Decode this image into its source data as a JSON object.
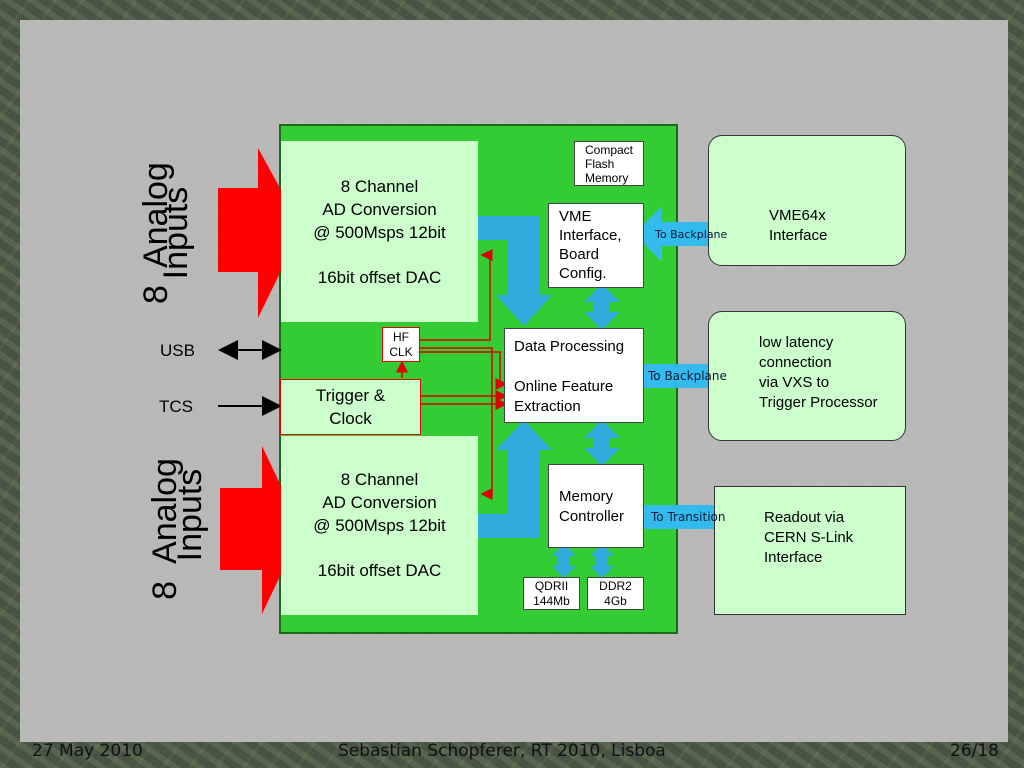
{
  "footer": {
    "date": "27 May 2010",
    "author": "Sebastian Schopferer, RT 2010, Lisboa",
    "page": "26/18"
  },
  "diagram": {
    "inputs_top": {
      "count": "8",
      "label_line1": "Analog",
      "label_line2": "Inputs"
    },
    "inputs_bottom": {
      "count": "8",
      "label_line1": "Analog",
      "label_line2": "Inputs"
    },
    "usb_label": "USB",
    "tcs_label": "TCS",
    "adc_top": {
      "line1": "8 Channel",
      "line2": "AD Conversion",
      "line3": "@ 500Msps 12bit",
      "line4": "16bit offset DAC"
    },
    "adc_bottom": {
      "line1": "8 Channel",
      "line2": "AD Conversion",
      "line3": "@ 500Msps 12bit",
      "line4": "16bit offset DAC"
    },
    "hf_clk": {
      "line1": "HF",
      "line2": "CLK"
    },
    "trigger_clock": {
      "line1": "Trigger &",
      "line2": "Clock"
    },
    "compact_flash": {
      "line1": "Compact",
      "line2": "Flash",
      "line3": "Memory"
    },
    "vme_interface": {
      "line1": "VME",
      "line2": "Interface,",
      "line3": "Board",
      "line4": "Config."
    },
    "data_processing": {
      "line1": "Data Processing",
      "line2": "Online Feature",
      "line3": "Extraction"
    },
    "memory_controller": {
      "line1": "Memory",
      "line2": "Controller"
    },
    "qdrii": {
      "line1": "QDRII",
      "line2": "144Mb"
    },
    "ddr2": {
      "line1": "DDR2",
      "line2": "4Gb"
    },
    "vme64x": {
      "line1": "VME64x",
      "line2": "Interface"
    },
    "low_latency": {
      "line1": "low latency",
      "line2": "connection",
      "line3": "via VXS to",
      "line4": "Trigger Processor"
    },
    "readout": {
      "line1": "Readout via",
      "line2": "CERN S-Link",
      "line3": "Interface"
    },
    "to_backplane_1": "To Backplane",
    "to_backplane_2": "To Backplane",
    "to_transition": "To Transition",
    "colors": {
      "board_green": "#33cc33",
      "light_green": "#ccffcc",
      "red_arrow": "#ff0000",
      "blue_arrow": "#33bbee",
      "slide_gray": "#bcbcbc"
    }
  }
}
